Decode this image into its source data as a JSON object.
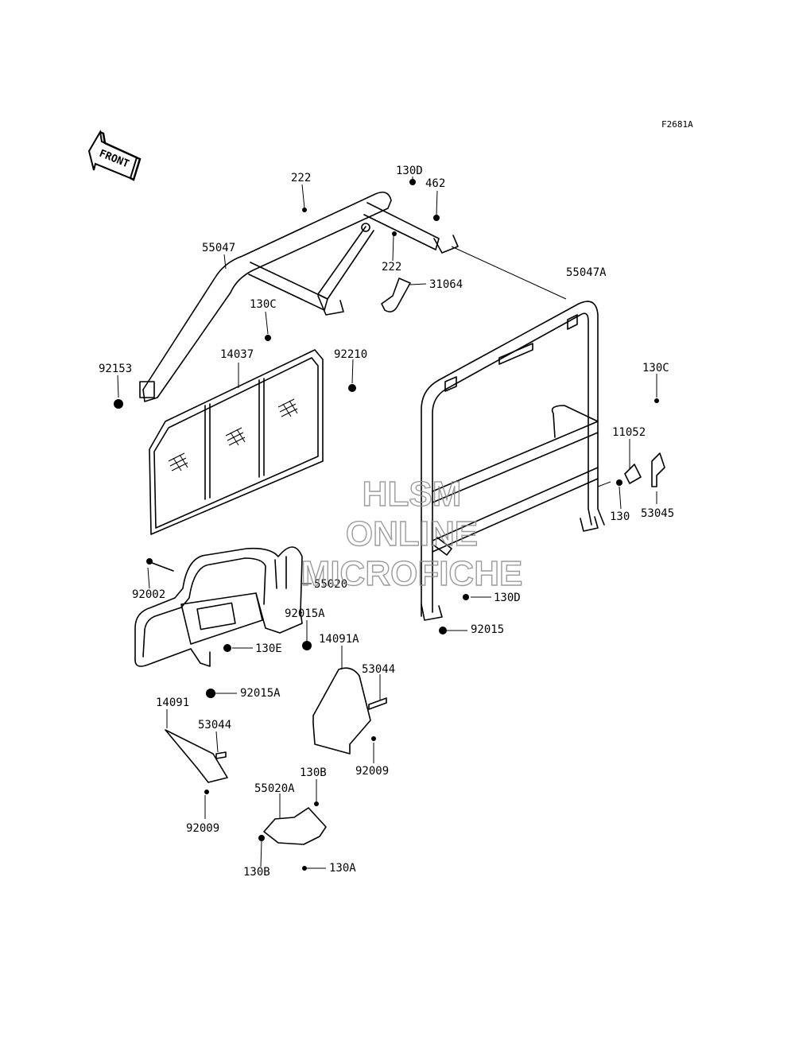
{
  "figure_code": "F2681A",
  "front_label": "FRONT",
  "watermark": {
    "line1": "HLSM",
    "line2": "ONLINE",
    "line3": "MICROFICHE"
  },
  "parts": {
    "p222_top": "222",
    "p130D_top": "130D",
    "p462": "462",
    "p55047": "55047",
    "p222_mid": "222",
    "p31064": "31064",
    "p55047A": "55047A",
    "p130C_left": "130C",
    "p14037": "14037",
    "p92210": "92210",
    "p92153": "92153",
    "p130C_right": "130C",
    "p11052": "11052",
    "p130": "130",
    "p53045": "53045",
    "p92002": "92002",
    "p55020": "55020",
    "p92015A_top": "92015A",
    "p130D_mid": "130D",
    "p92015": "92015",
    "p130E": "130E",
    "p14091A": "14091A",
    "p53044_right": "53044",
    "p92015A_bottom": "92015A",
    "p14091": "14091",
    "p53044_left": "53044",
    "p92009_right": "92009",
    "p130B_top": "130B",
    "p55020A": "55020A",
    "p92009_left": "92009",
    "p130B_bottom": "130B",
    "p130A": "130A"
  }
}
